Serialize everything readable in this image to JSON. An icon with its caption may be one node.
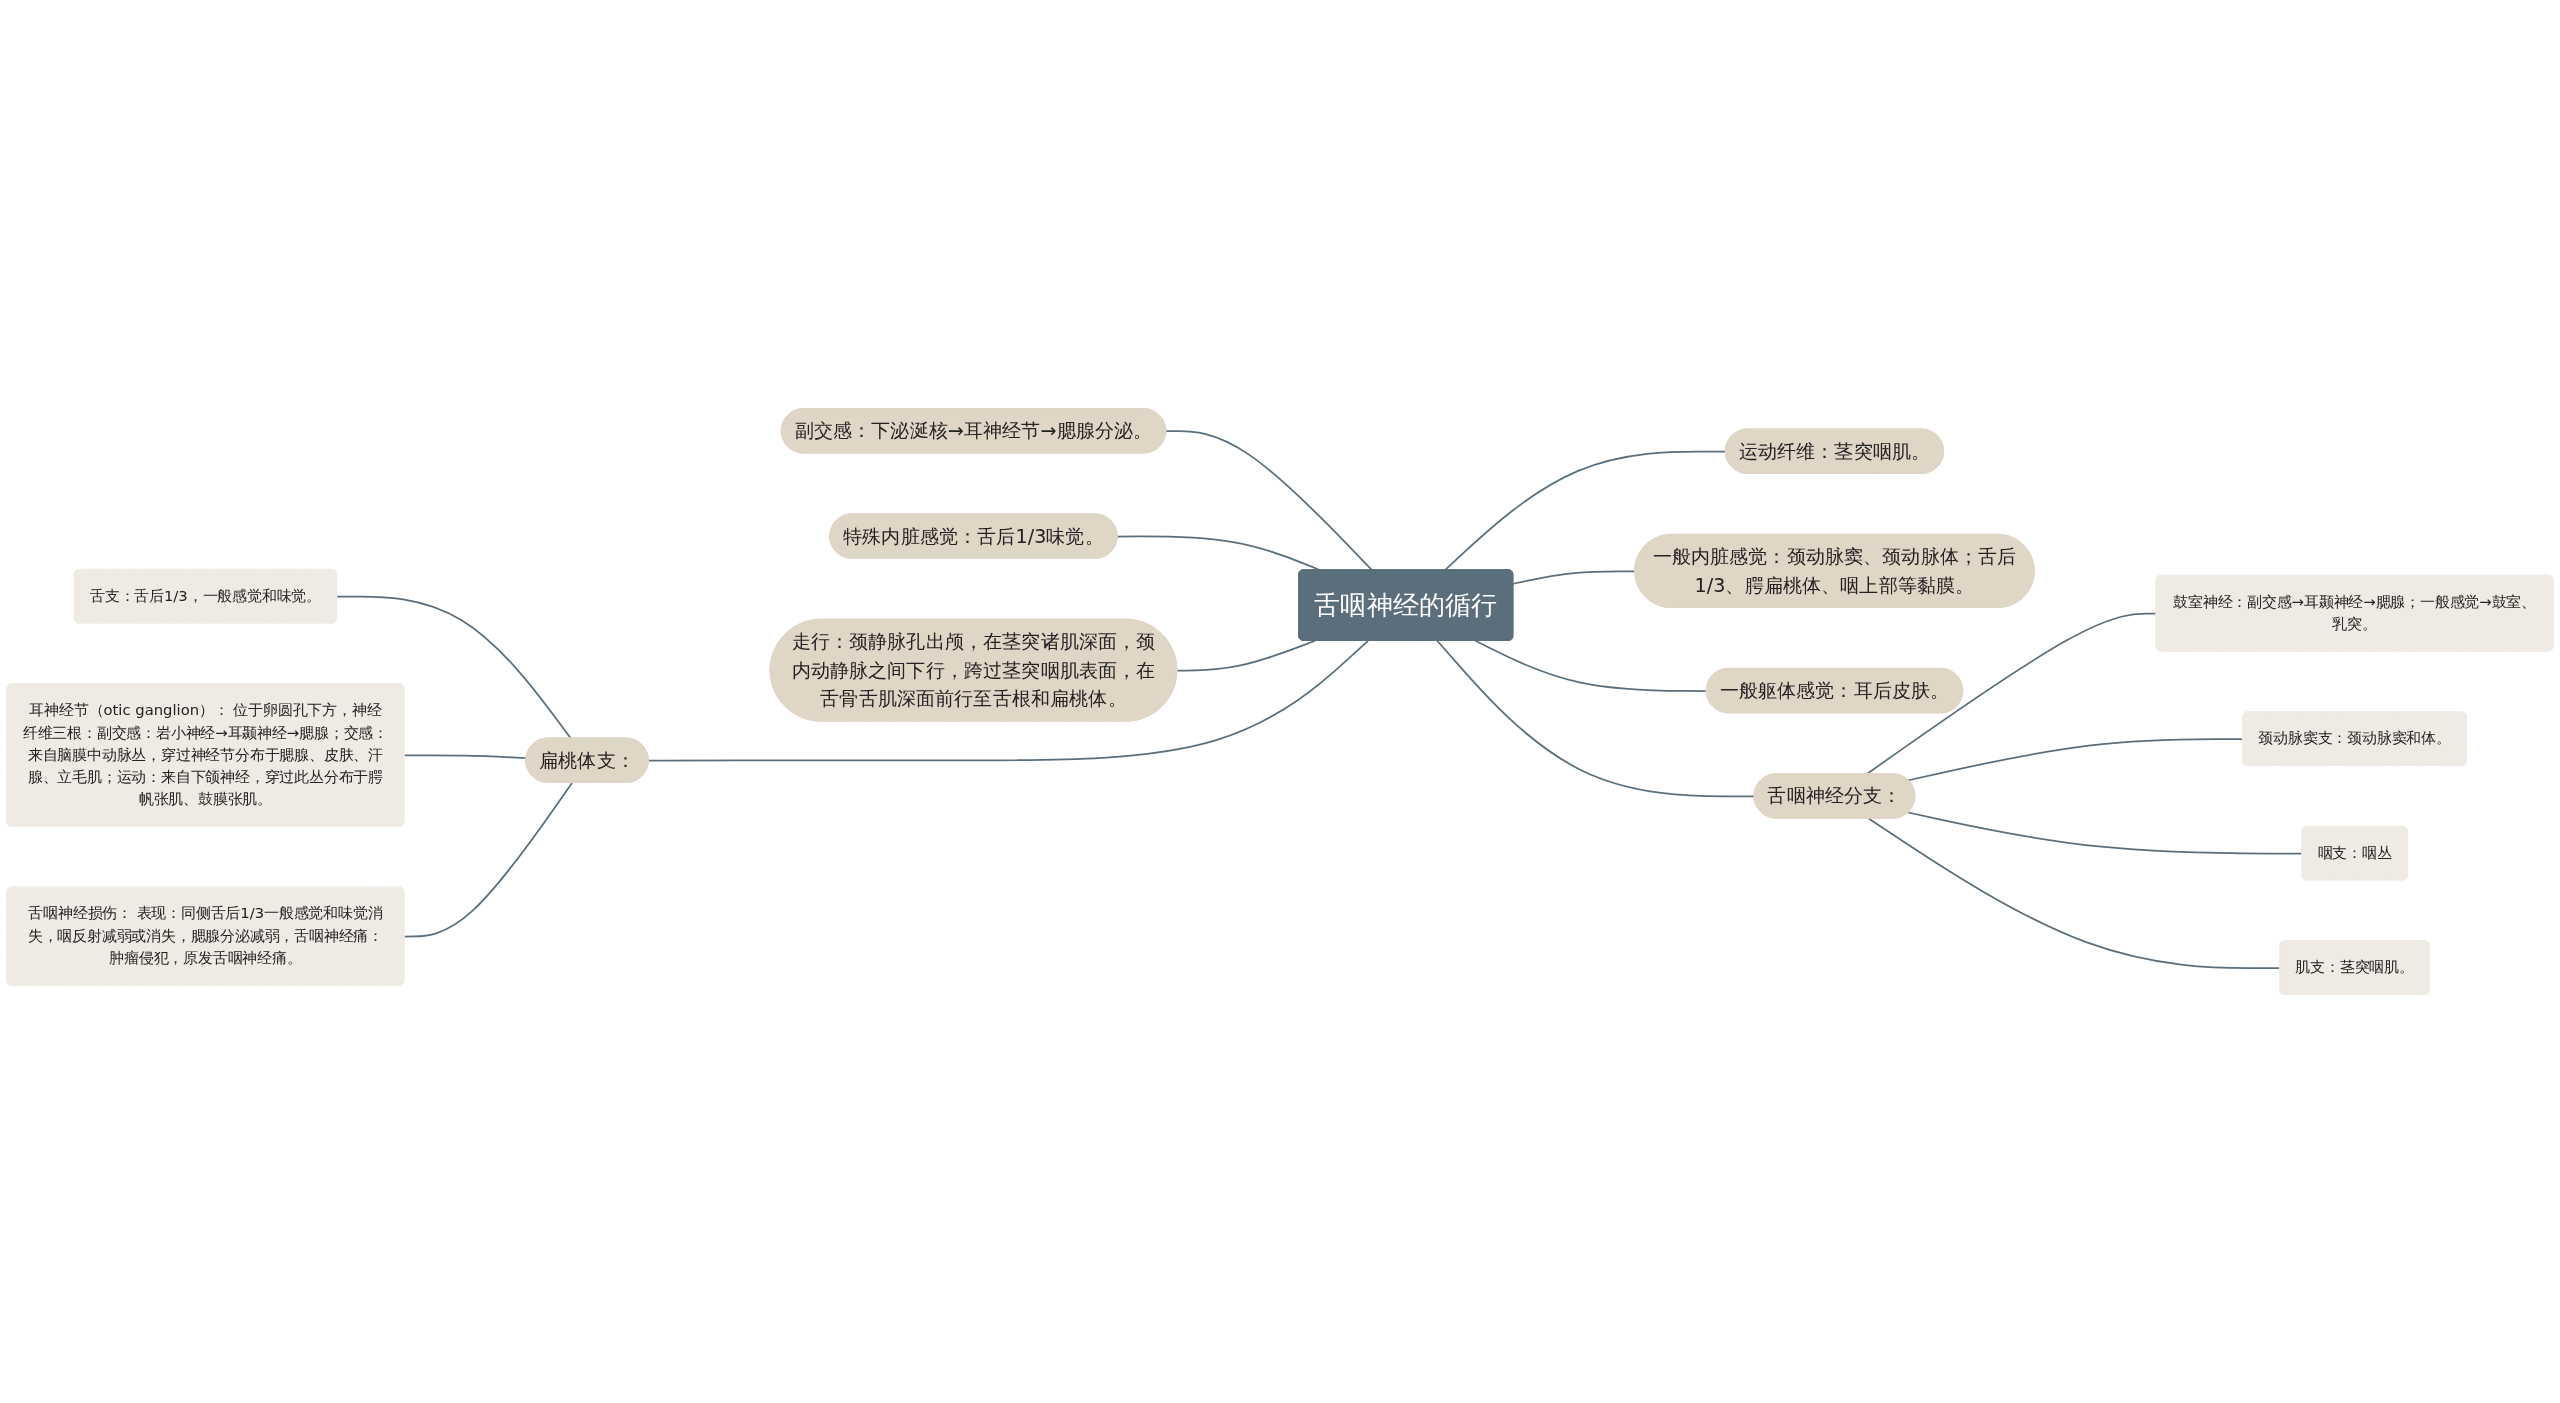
{
  "diagram": {
    "nodes": [
      {
        "text": [
          "舌咽神经的循行"
        ]
      },
      {
        "text": [
          "副交感：下泌涎核→耳神经节→腮腺分泌。"
        ]
      },
      {
        "text": [
          "特殊内脏感觉：舌后1/3味觉。"
        ]
      },
      {
        "text": [
          "走行：颈静脉孔出颅，在茎突诸肌深面，颈内动静脉之间下行，跨过茎突咽肌表面，在舌骨舌肌深面前行至舌根和扁桃体。"
        ]
      },
      {
        "text": [
          "扁桃体支："
        ]
      },
      {
        "text": [
          "舌支：舌后1/3，一般感觉和味觉。"
        ]
      },
      {
        "text": [
          "耳神经节（otic ganglion）： 位于卵圆孔下方，神经纤维三根：副交感：岩小神经→耳颞神经→腮腺；交感：来自脑膜中动脉丛，穿过神经节分布于腮腺、皮肤、汗腺、立毛肌；运动：来自下颌神经，穿过此丛分布于腭帆张肌、鼓膜张肌。"
        ]
      },
      {
        "text": [
          "舌咽神经损伤： 表现：同侧舌后1/3一般感觉和味觉消失，咽反射减弱或消失，腮腺分泌减弱，舌咽神经痛：肿瘤侵犯，原发舌咽神经痛。"
        ]
      },
      {
        "text": [
          "运动纤维：茎突咽肌。"
        ]
      },
      {
        "text": [
          "一般内脏感觉：颈动脉窦、颈动脉体；舌后1/3、腭扁桃体、咽上部等黏膜。"
        ]
      },
      {
        "text": [
          "一般躯体感觉：耳后皮肤。"
        ]
      },
      {
        "text": [
          "舌咽神经分支："
        ]
      },
      {
        "text": [
          "鼓室神经：副交感→耳颞神经→腮腺；一般感觉→鼓室、乳突。"
        ]
      },
      {
        "text": [
          "颈动脉窦支：颈动脉窦和体。"
        ]
      },
      {
        "text": [
          "咽支：咽丛"
        ]
      },
      {
        "text": [
          "肌支：茎突咽肌。"
        ]
      }
    ],
    "edges": [
      {
        "from": 0,
        "to": 1,
        "arrow": "none"
      },
      {
        "from": 0,
        "to": 2,
        "arrow": "none"
      },
      {
        "from": 0,
        "to": 3,
        "arrow": "none"
      },
      {
        "from": 0,
        "to": 4,
        "arrow": "none"
      },
      {
        "from": 4,
        "to": 5,
        "arrow": "none"
      },
      {
        "from": 4,
        "to": 6,
        "arrow": "none"
      },
      {
        "from": 4,
        "to": 7,
        "arrow": "none"
      },
      {
        "from": 0,
        "to": 8,
        "arrow": "none"
      },
      {
        "from": 0,
        "to": 9,
        "arrow": "none"
      },
      {
        "from": 0,
        "to": 10,
        "arrow": "none"
      },
      {
        "from": 0,
        "to": 11,
        "arrow": "none"
      },
      {
        "from": 11,
        "to": 12,
        "arrow": "none"
      },
      {
        "from": 11,
        "to": 13,
        "arrow": "none"
      },
      {
        "from": 11,
        "to": 14,
        "arrow": "none"
      },
      {
        "from": 11,
        "to": 15,
        "arrow": "none"
      }
    ]
  }
}
